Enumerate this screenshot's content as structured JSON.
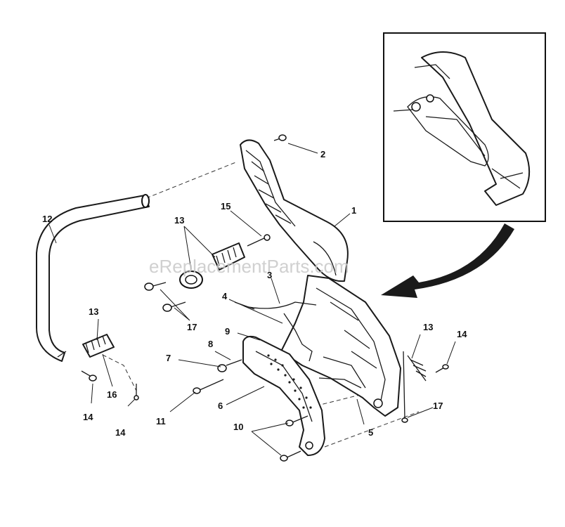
{
  "watermark": "eReplacementParts.com",
  "callouts": {
    "c1": "1",
    "c2": "2",
    "c3": "3",
    "c4": "4",
    "c5": "5",
    "c6": "6",
    "c7": "7",
    "c8": "8",
    "c9": "9",
    "c10": "10",
    "c11": "11",
    "c12": "12",
    "c13a": "13",
    "c13b": "13",
    "c13c": "13",
    "c14a": "14",
    "c14b": "14",
    "c14c": "14",
    "c15": "15",
    "c16": "16",
    "c17a": "17",
    "c17b": "17"
  }
}
